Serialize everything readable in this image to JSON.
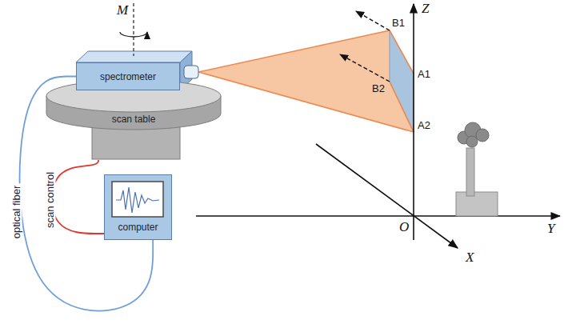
{
  "diagram": {
    "nodes": [
      {
        "text": [
          "spectrometer"
        ]
      },
      {
        "text": [
          "scan table"
        ]
      },
      {
        "text": [
          "computer"
        ]
      }
    ],
    "edges": [
      {
        "from": 0,
        "to": 2,
        "arrow": "none",
        "label": "optical fiber"
      },
      {
        "from": 1,
        "to": 2,
        "arrow": "none",
        "label": "scan control"
      }
    ],
    "labels": [
      "M",
      "B1",
      "A1",
      "B2",
      "A2",
      "Z",
      "O",
      "Y",
      "X"
    ]
  }
}
